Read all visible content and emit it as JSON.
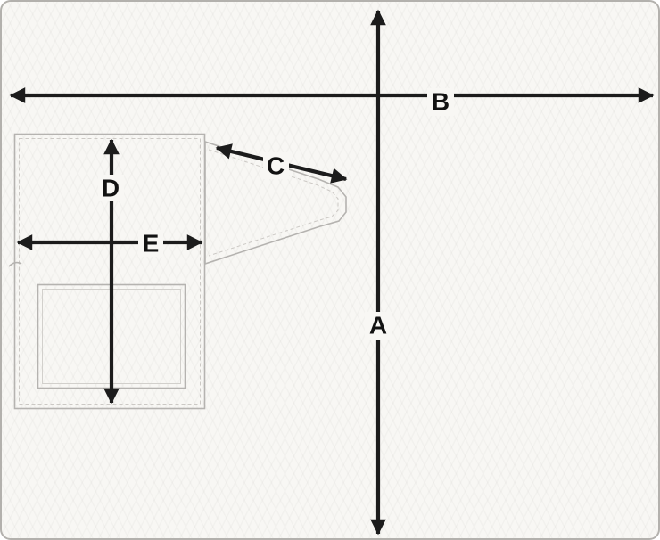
{
  "diagram": {
    "labels": {
      "A": "A",
      "B": "B",
      "C": "C",
      "D": "D",
      "E": "E"
    },
    "colors": {
      "background": "#f8f7f4",
      "arrow": "#1c1c1c",
      "outline": "#b5b3b0",
      "stitch": "#ccc9c5"
    }
  }
}
